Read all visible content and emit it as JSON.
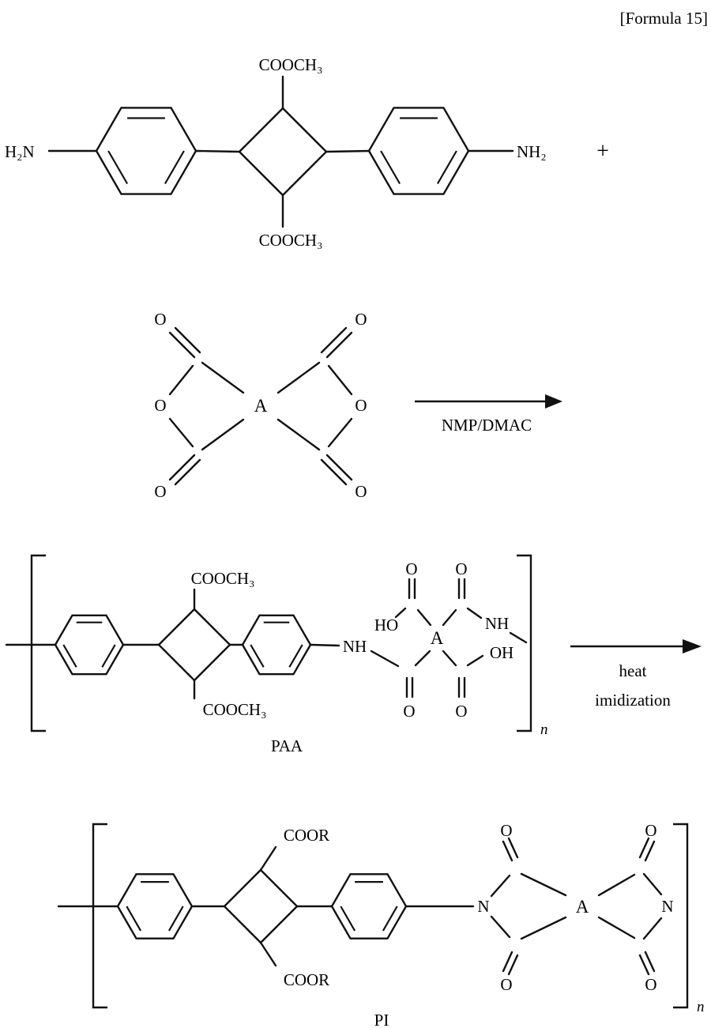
{
  "header": {
    "formula_tag": "[Formula 15]"
  },
  "colors": {
    "ink": "#111111",
    "background": "#ffffff"
  },
  "atoms": {
    "O": "O",
    "A": "A",
    "N": "N",
    "NH": "NH",
    "HO": "HO",
    "OH": "OH",
    "H2N": "H₂N",
    "NH2": "NH₂"
  },
  "groups": {
    "ester_methyl": "COOCH₃",
    "ester_r": "COOR"
  },
  "operators": {
    "plus": "+"
  },
  "reaction": {
    "solvent": "NMP/DMAC",
    "condition_line1": "heat",
    "condition_line2": "imidization"
  },
  "polymers": {
    "paa": "PAA",
    "pi": "PI",
    "n": "n"
  }
}
